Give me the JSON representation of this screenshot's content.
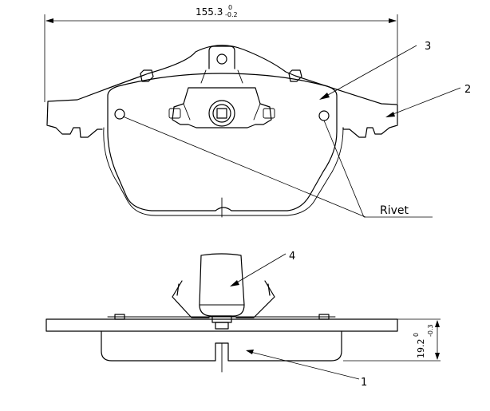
{
  "dimensions": {
    "width_main": "155.3",
    "width_tol_upper": "0",
    "width_tol_lower": "-0.2",
    "thickness_main": "19.2",
    "thickness_tol_upper": "0",
    "thickness_tol_lower": "-0.3"
  },
  "callouts": {
    "c1": "1",
    "c2": "2",
    "c3": "3",
    "c4": "4",
    "rivet": "Rivet"
  }
}
